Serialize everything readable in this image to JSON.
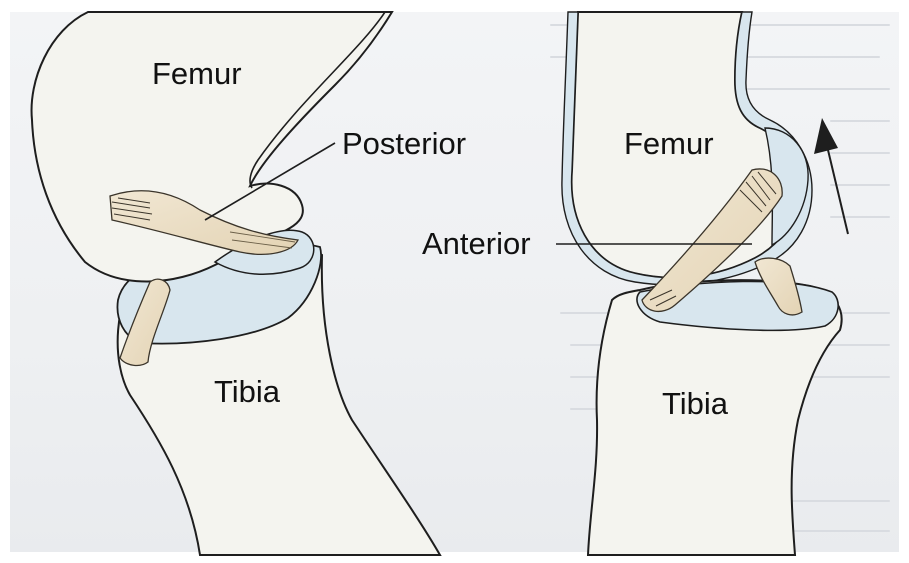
{
  "labels": {
    "left_femur": "Femur",
    "left_posterior": "Posterior",
    "left_tibia": "Tibia",
    "right_femur": "Femur",
    "right_anterior": "Anterior",
    "right_tibia": "Tibia"
  },
  "colors": {
    "bone_fill": "#f4f4ef",
    "cartilage": "#d8e6ee",
    "ligament": "#e9dcc3",
    "outline": "#1e1e1e"
  }
}
